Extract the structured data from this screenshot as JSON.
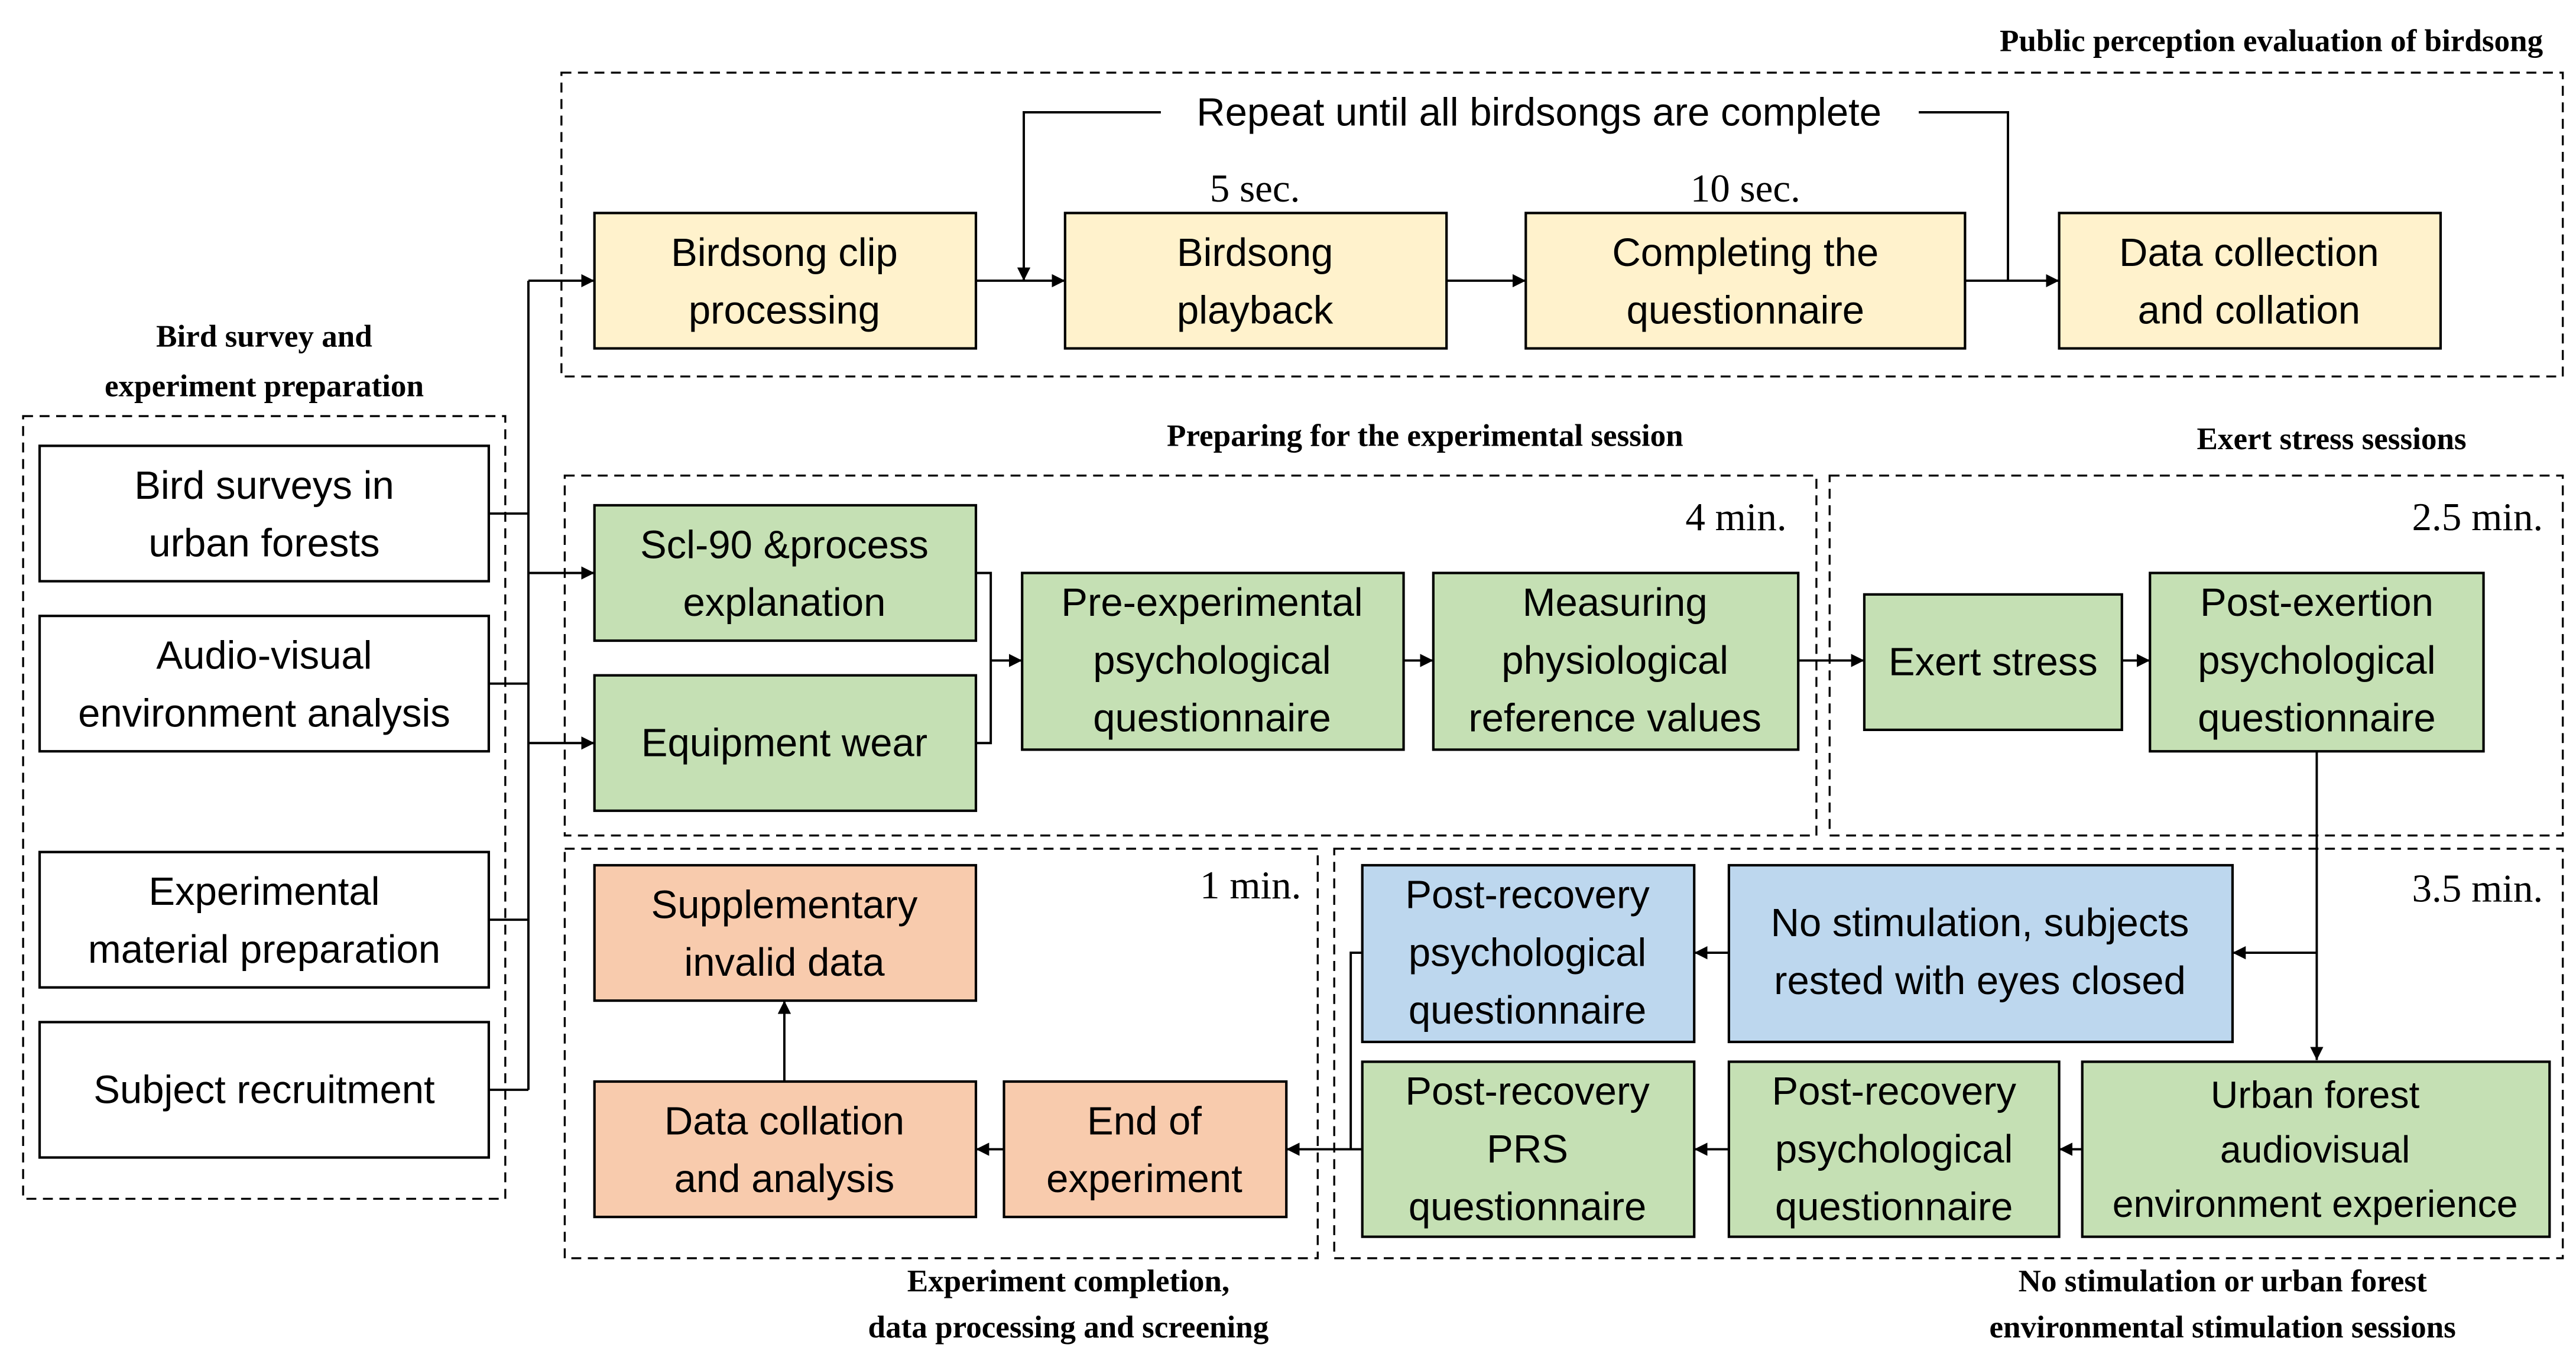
{
  "colors": {
    "yellow_fill": "#fff2cc",
    "green_fill": "#c5e0b4",
    "blue_fill": "#bdd7ee",
    "orange_fill": "#f8cbad",
    "white_fill": "#ffffff",
    "stroke": "#000000"
  },
  "sections": {
    "public_perception": "Public perception evaluation of birdsong",
    "bird_survey": [
      "Bird survey and",
      "experiment preparation"
    ],
    "preparing": "Preparing for the experimental session",
    "exert_stress": "Exert stress sessions",
    "completion": [
      "Experiment completion,",
      "data processing and screening"
    ],
    "no_stimulation": [
      "No stimulation or urban forest",
      "environmental stimulation sessions"
    ]
  },
  "timings": {
    "playback": "5 sec.",
    "questionnaire": "10 sec.",
    "preparing": "4 min.",
    "exert": "2.5 min.",
    "completion": "1 min.",
    "recovery": "3.5 min."
  },
  "repeat_label": "Repeat until all birdsongs are complete",
  "nodes": {
    "bird_surveys": [
      "Bird surveys in",
      "urban forests"
    ],
    "audio_visual": [
      "Audio-visual",
      "environment analysis"
    ],
    "material_prep": [
      "Experimental",
      "material preparation"
    ],
    "subject_recruit": [
      "Subject recruitment"
    ],
    "clip_processing": [
      "Birdsong clip",
      "processing"
    ],
    "playback": [
      "Birdsong",
      "playback"
    ],
    "completing_q": [
      "Completing the",
      "questionnaire"
    ],
    "data_collection": [
      "Data collection",
      "and collation"
    ],
    "scl90": [
      "Scl-90 &process",
      "explanation"
    ],
    "equipment": [
      "Equipment wear"
    ],
    "pre_exp_q": [
      "Pre-experimental",
      "psychological",
      "questionnaire"
    ],
    "measuring": [
      "Measuring",
      "physiological",
      "reference values"
    ],
    "exert": [
      "Exert stress"
    ],
    "post_exertion": [
      "Post-exertion",
      "psychological",
      "questionnaire"
    ],
    "no_stim": [
      "No stimulation, subjects",
      "rested with eyes closed"
    ],
    "post_rec_blue": [
      "Post-recovery",
      "psychological",
      "questionnaire"
    ],
    "urban_forest": [
      "Urban forest",
      "audiovisual",
      "environment experience"
    ],
    "post_rec_green": [
      "Post-recovery",
      "psychological",
      "questionnaire"
    ],
    "prs": [
      "Post-recovery",
      "PRS",
      "questionnaire"
    ],
    "supplementary": [
      "Supplementary",
      "invalid data"
    ],
    "data_analysis": [
      "Data collation",
      "and analysis"
    ],
    "end_exp": [
      "End of",
      "experiment"
    ]
  }
}
